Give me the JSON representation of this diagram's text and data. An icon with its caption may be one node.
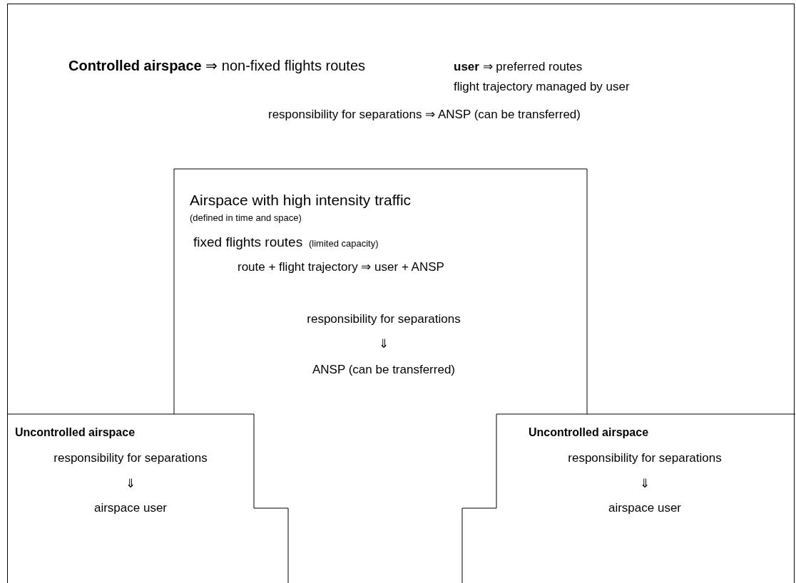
{
  "diagram": {
    "nodes": [
      {
        "text": [
          "**Controlled airspace** ⇒ non-fixed flights routes",
          "**user** ⇒ preferred routes",
          "flight trajectory managed by user",
          "responsibility for separations ⇒ ANSP (can be transferred)"
        ]
      },
      {
        "text": [
          "Airspace with high intensity traffic",
          "(defined in time and space)",
          "fixed flights routes",
          "(limited capacity)",
          "route + flight trajectory ⇒ user + ANSP",
          "responsibility for separations",
          "⇓",
          "ANSP (can be transferred)"
        ],
        "in": 0
      },
      {
        "text": [
          "Uncontrolled airspace",
          "responsibility for separations",
          "⇓",
          "airspace user"
        ],
        "in": 0
      },
      {
        "text": [
          "Uncontrolled airspace",
          "responsibility for separations",
          "⇓",
          "airspace user"
        ],
        "in": 0
      }
    ],
    "edges": []
  }
}
